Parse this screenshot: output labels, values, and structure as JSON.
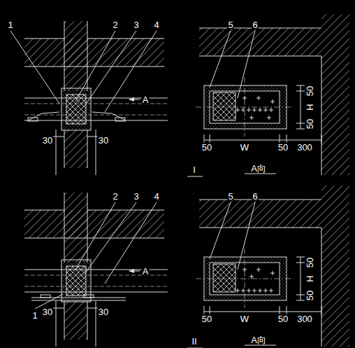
{
  "diagram": {
    "labels": [
      "1",
      "2",
      "3",
      "4",
      "A",
      "30",
      "30",
      "5",
      "6",
      "50",
      "H",
      "50",
      "50",
      "W",
      "50",
      "300",
      "A向",
      "I",
      "2",
      "3",
      "4",
      "A",
      "1",
      "30",
      "30",
      "5",
      "6",
      "50",
      "H",
      "50",
      "50",
      "W",
      "50",
      "300",
      "A向",
      "II"
    ]
  }
}
